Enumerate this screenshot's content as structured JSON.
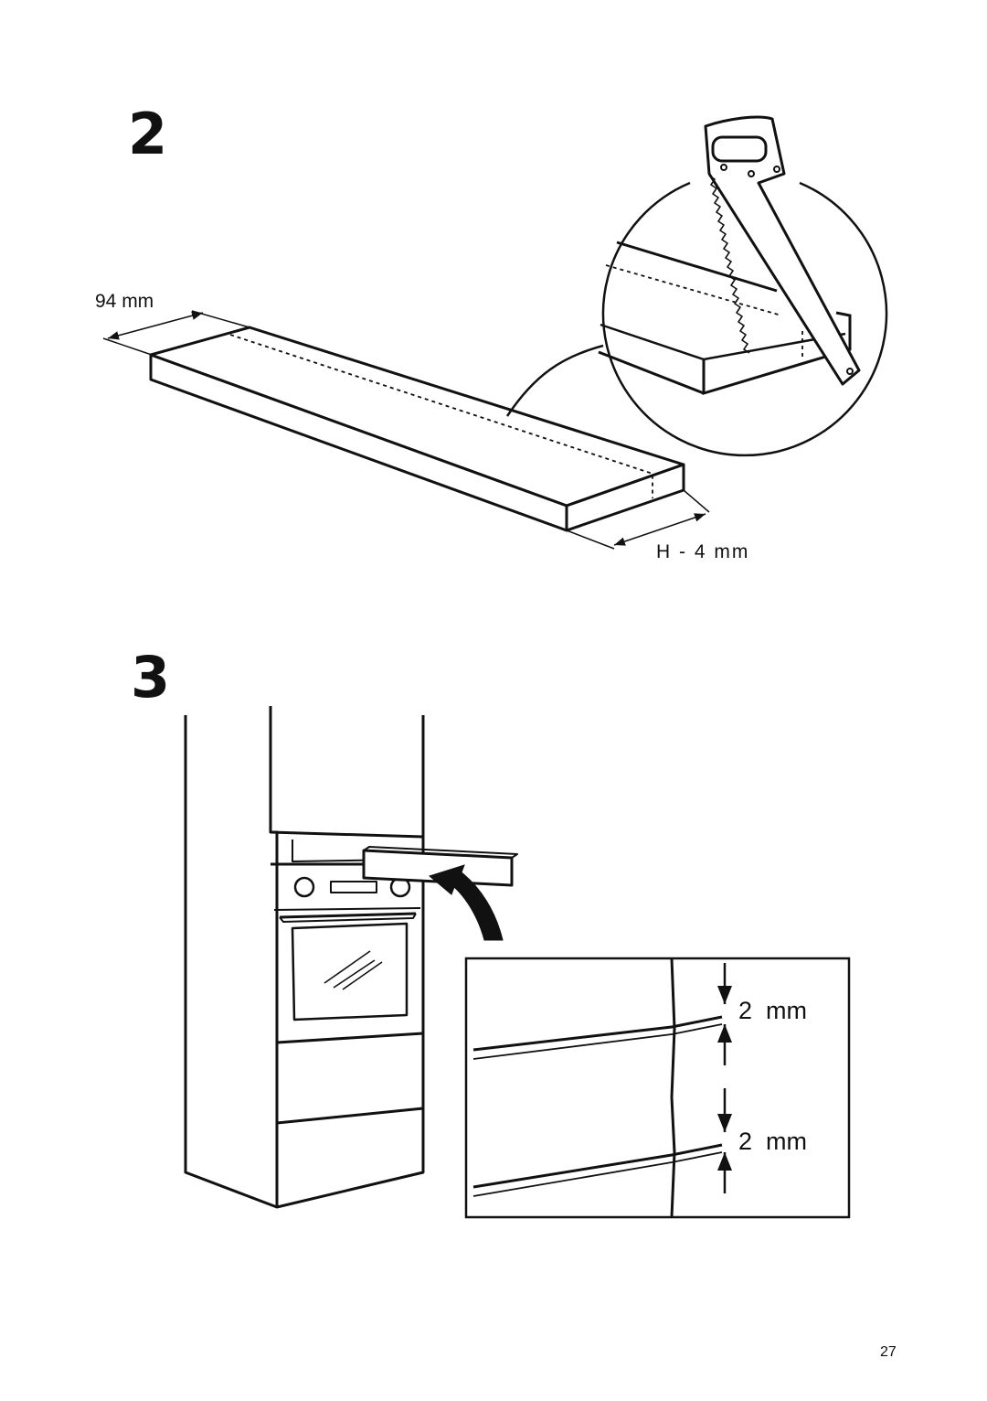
{
  "step2": {
    "number": "2",
    "width_label": "94 mm",
    "height_label": "H - 4 mm"
  },
  "step3": {
    "number": "3",
    "gap_top_label": "2  mm",
    "gap_bottom_label": "2  mm"
  },
  "page": {
    "number": "27"
  }
}
